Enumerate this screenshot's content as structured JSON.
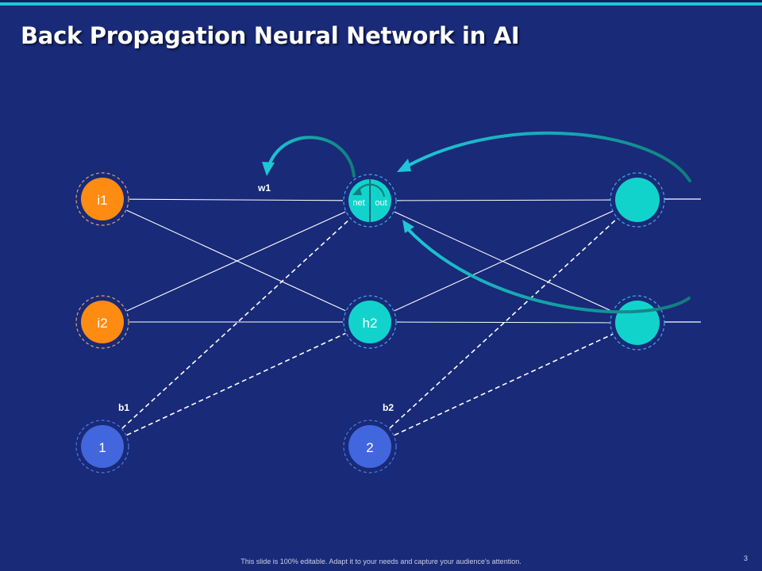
{
  "slide": {
    "title": "Back Propagation Neural Network in AI",
    "footer_note": "This slide is 100% editable.  Adapt it to your needs and capture your audience's attention.",
    "page_number": "3"
  },
  "colors": {
    "background": "#182a78",
    "accent_bar": "#1ec6d6",
    "input_node": "#ff8c12",
    "hidden_output_node": "#12d3cc",
    "bias_node": "#4266dd",
    "arrow_light": "#1ec6d6",
    "arrow_dark": "#117c7a",
    "connection": "#ffffff"
  },
  "network": {
    "nodes": {
      "i1": {
        "label": "i1",
        "layer": "input"
      },
      "i2": {
        "label": "i2",
        "layer": "input"
      },
      "b1": {
        "label": "1",
        "layer": "bias"
      },
      "h1": {
        "label": "",
        "layer": "hidden",
        "split_labels": [
          "net",
          "out"
        ]
      },
      "h2": {
        "label": "h2",
        "layer": "hidden"
      },
      "b2": {
        "label": "2",
        "layer": "bias"
      },
      "o1": {
        "label": "",
        "layer": "output"
      },
      "o2": {
        "label": "",
        "layer": "output"
      }
    },
    "weight_labels": {
      "w1": "w1",
      "b1": "b1",
      "b2": "b2"
    },
    "connections": [
      {
        "from": "i1",
        "to": "h1",
        "style": "solid"
      },
      {
        "from": "i1",
        "to": "h2",
        "style": "solid"
      },
      {
        "from": "i2",
        "to": "h1",
        "style": "solid"
      },
      {
        "from": "i2",
        "to": "h2",
        "style": "solid"
      },
      {
        "from": "b1",
        "to": "h1",
        "style": "dashed"
      },
      {
        "from": "b1",
        "to": "h2",
        "style": "dashed"
      },
      {
        "from": "h1",
        "to": "o1",
        "style": "solid"
      },
      {
        "from": "h1",
        "to": "o2",
        "style": "solid"
      },
      {
        "from": "h2",
        "to": "o1",
        "style": "solid"
      },
      {
        "from": "h2",
        "to": "o2",
        "style": "solid"
      },
      {
        "from": "b2",
        "to": "o1",
        "style": "dashed"
      },
      {
        "from": "b2",
        "to": "o2",
        "style": "dashed"
      }
    ],
    "backprop_arrows": [
      {
        "from": "o1",
        "to": "h1"
      },
      {
        "from": "o2",
        "to": "h1"
      },
      {
        "from": "h1",
        "to": "w1"
      },
      {
        "from": "h1.out",
        "to": "h1.net"
      }
    ]
  }
}
